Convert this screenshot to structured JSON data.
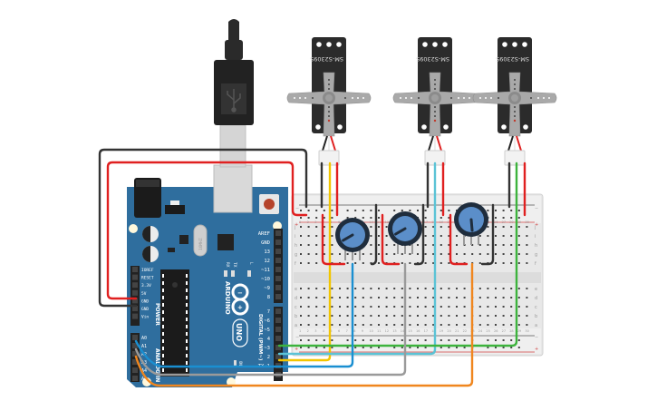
{
  "arduino": {
    "brand": "ARDUINO",
    "model": "UNO",
    "crystal_label": "16MHZ",
    "led_labels": [
      "RX",
      "TX",
      "L"
    ],
    "on_label": "ON",
    "power_header_title": "POWER",
    "power_pins": [
      "IOREF",
      "RESET",
      "3.3V",
      "5V",
      "GND",
      "GND",
      "Vin"
    ],
    "analog_header_title": "ANALOG IN",
    "analog_pins": [
      "A0",
      "A1",
      "A2",
      "A3",
      "A4",
      "A5"
    ],
    "digital_header_title": "DIGITAL (PWM~)",
    "digital_pins_top": [
      "AREF",
      "GND",
      "13",
      "12",
      "~11",
      "~10",
      "~9",
      "8"
    ],
    "digital_pins_bottom": [
      "7",
      "~6",
      "~5",
      "4",
      "~3",
      "2",
      "TX→1",
      "RX←0"
    ],
    "board_color": "#2f6e9e",
    "header_color": "#222222"
  },
  "usb_cable": {
    "icon": "usb-icon"
  },
  "servos": [
    {
      "id": "servo-1",
      "label": "SM-S2309S",
      "signal_wire_color": "#f2c500"
    },
    {
      "id": "servo-2",
      "label": "SM-S2309S",
      "signal_wire_color": "#5bc3d6"
    },
    {
      "id": "servo-3",
      "label": "SM-S2309S",
      "signal_wire_color": "#3db33d"
    }
  ],
  "potentiometers": [
    {
      "id": "pot-1",
      "wiper_wire_color": "#1a8fd1"
    },
    {
      "id": "pot-2",
      "wiper_wire_color": "#9a9a9a"
    },
    {
      "id": "pot-3",
      "wiper_wire_color": "#f0861e"
    }
  ],
  "breadboard": {
    "rail_minus": "−",
    "rail_plus": "+",
    "rows_top": [
      "j",
      "i",
      "h",
      "g",
      "f"
    ],
    "rows_bottom": [
      "e",
      "d",
      "c",
      "b",
      "a"
    ],
    "columns": [
      "1",
      "2",
      "3",
      "4",
      "5",
      "6",
      "7",
      "8",
      "9",
      "10",
      "11",
      "12",
      "13",
      "14",
      "15",
      "16",
      "17",
      "18",
      "19",
      "20",
      "21",
      "22",
      "23",
      "24",
      "25",
      "26",
      "27",
      "28",
      "29",
      "30"
    ]
  },
  "connections": [
    {
      "from": "Arduino 5V",
      "to": "Breadboard + rail",
      "color": "#e02020"
    },
    {
      "from": "Arduino GND",
      "to": "Breadboard − rail",
      "color": "#333333"
    },
    {
      "from": "Digital 2",
      "to": "Servo 1 signal",
      "color": "#f2c500"
    },
    {
      "from": "Digital 3",
      "to": "Servo 2 signal",
      "color": "#5bc3d6"
    },
    {
      "from": "Digital 4",
      "to": "Servo 3 signal",
      "color": "#3db33d"
    },
    {
      "from": "A0",
      "to": "Pot 1 wiper",
      "color": "#1a8fd1"
    },
    {
      "from": "A1",
      "to": "Pot 2 wiper",
      "color": "#9a9a9a"
    },
    {
      "from": "A2",
      "to": "Pot 3 wiper",
      "color": "#f0861e"
    }
  ]
}
